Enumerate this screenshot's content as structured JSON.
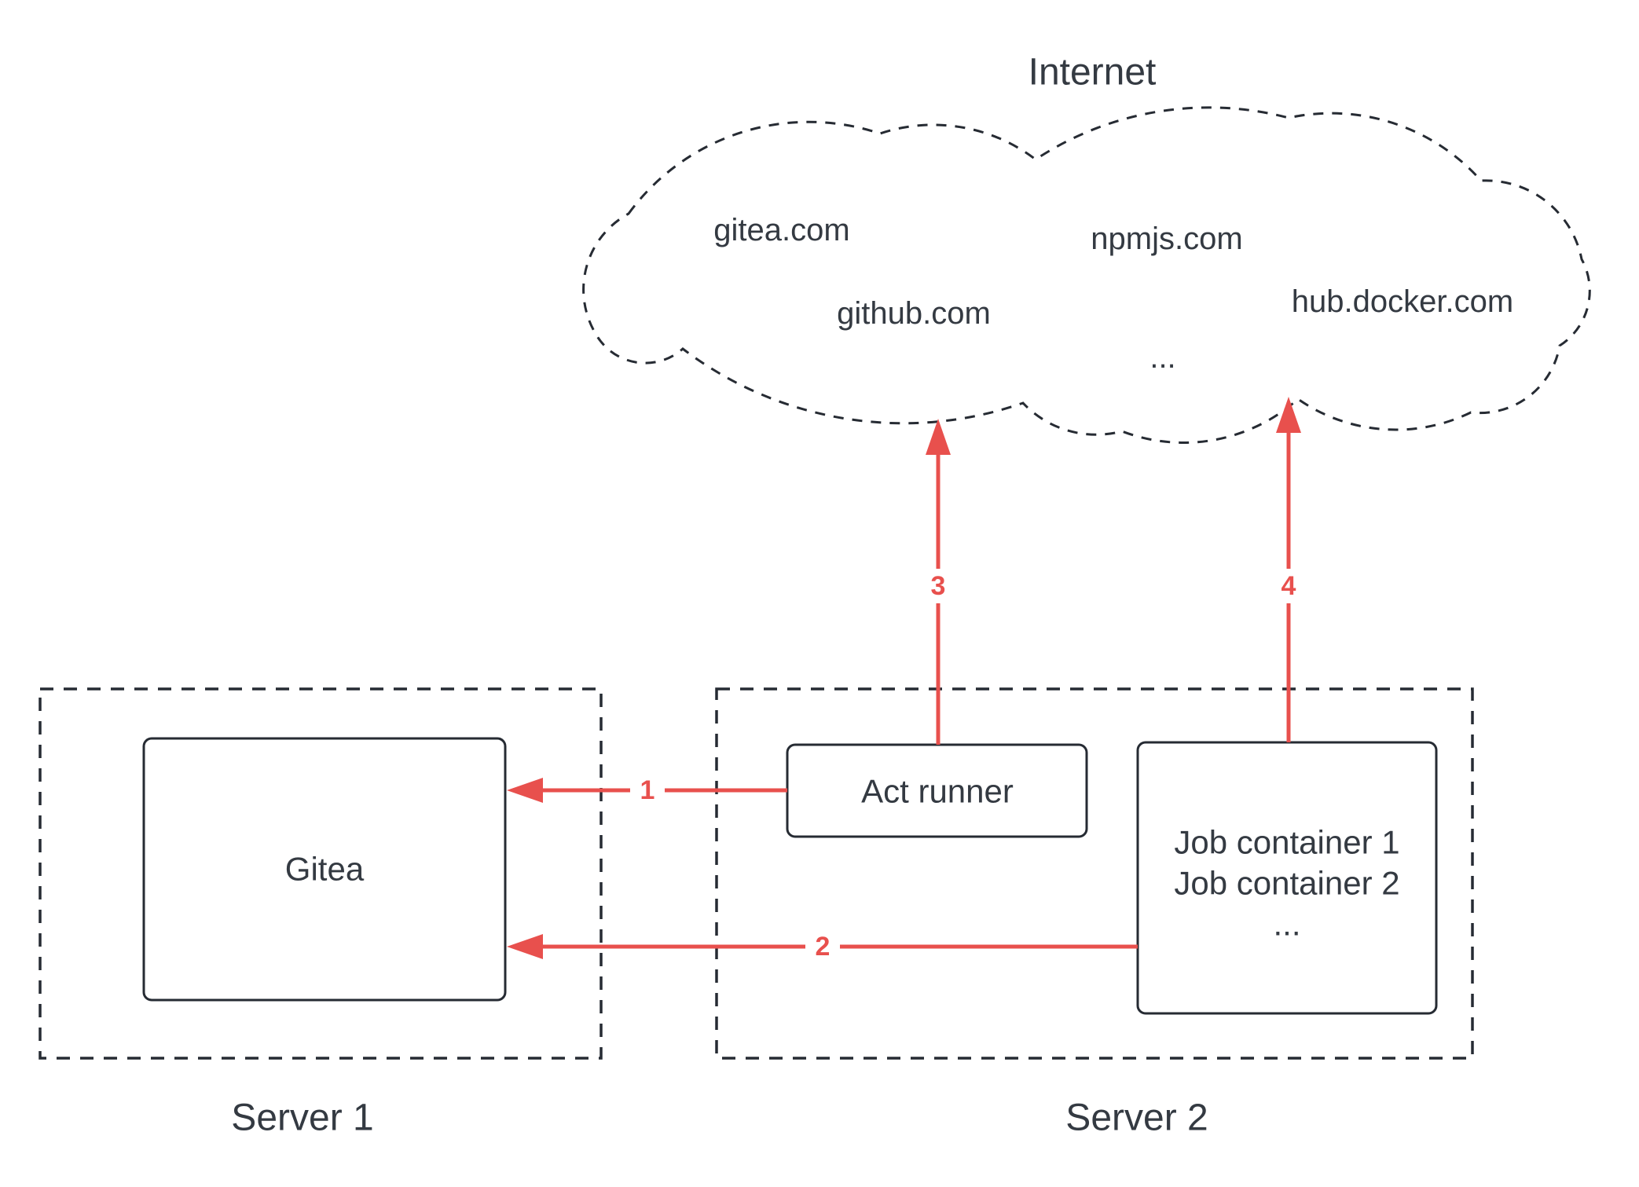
{
  "colors": {
    "arrow": "#e8504d",
    "stroke": "#262b33",
    "text": "#343a42",
    "background": "#ffffff"
  },
  "internet": {
    "title": "Internet",
    "sites": [
      "gitea.com",
      "github.com",
      "npmjs.com",
      "hub.docker.com",
      "..."
    ]
  },
  "server1": {
    "label": "Server 1",
    "gitea": "Gitea"
  },
  "server2": {
    "label": "Server 2",
    "act_runner": "Act runner",
    "job_container_lines": [
      "Job container 1",
      "Job container 2",
      "..."
    ]
  },
  "arrow_labels": [
    "1",
    "2",
    "3",
    "4"
  ]
}
